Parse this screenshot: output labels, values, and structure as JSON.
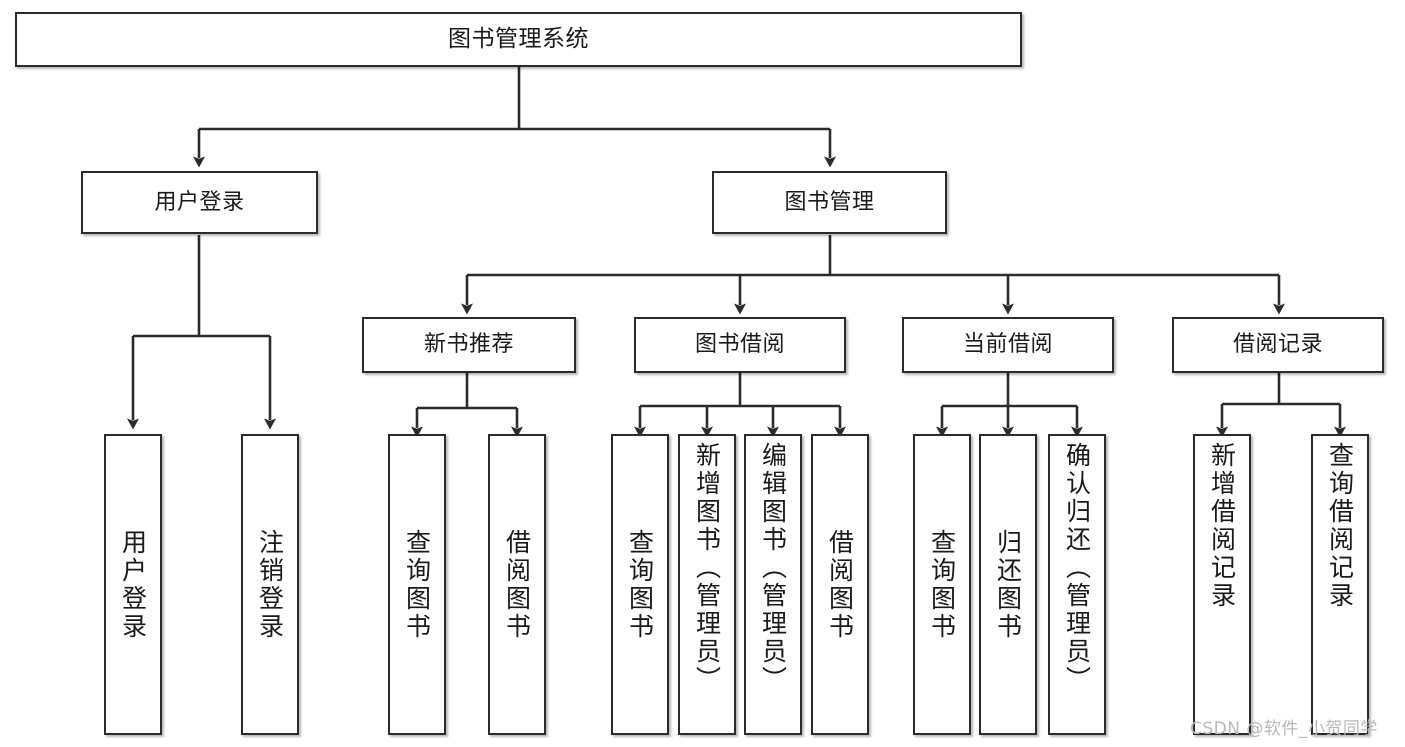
{
  "diagram": {
    "type": "tree",
    "title": "图书管理系统",
    "root": {
      "label": "图书管理系统"
    },
    "level2": [
      {
        "label": "用户登录"
      },
      {
        "label": "图书管理"
      }
    ],
    "level3": [
      {
        "label": "新书推荐"
      },
      {
        "label": "图书借阅"
      },
      {
        "label": "当前借阅"
      },
      {
        "label": "借阅记录"
      }
    ],
    "leaves": {
      "user_login": [
        {
          "label": "用户登录"
        },
        {
          "label": "注销登录"
        }
      ],
      "new_book_recommend": [
        {
          "label": "查询图书"
        },
        {
          "label": "借阅图书"
        }
      ],
      "book_borrow": [
        {
          "label": "查询图书"
        },
        {
          "label": "新增图书（管理员）"
        },
        {
          "label": "编辑图书（管理员）"
        },
        {
          "label": "借阅图书"
        }
      ],
      "current_borrow": [
        {
          "label": "查询图书"
        },
        {
          "label": "归还图书"
        },
        {
          "label": "确认归还（管理员）"
        }
      ],
      "borrow_record": [
        {
          "label": "新增借阅记录"
        },
        {
          "label": "查询借阅记录"
        }
      ]
    }
  },
  "watermark": {
    "text": "CSDN @软件_小贺同学"
  },
  "colors": {
    "border": "#2b2b2b",
    "background": "#ffffff",
    "text": "#1a1a1a",
    "watermark": "#b9b9b9"
  }
}
